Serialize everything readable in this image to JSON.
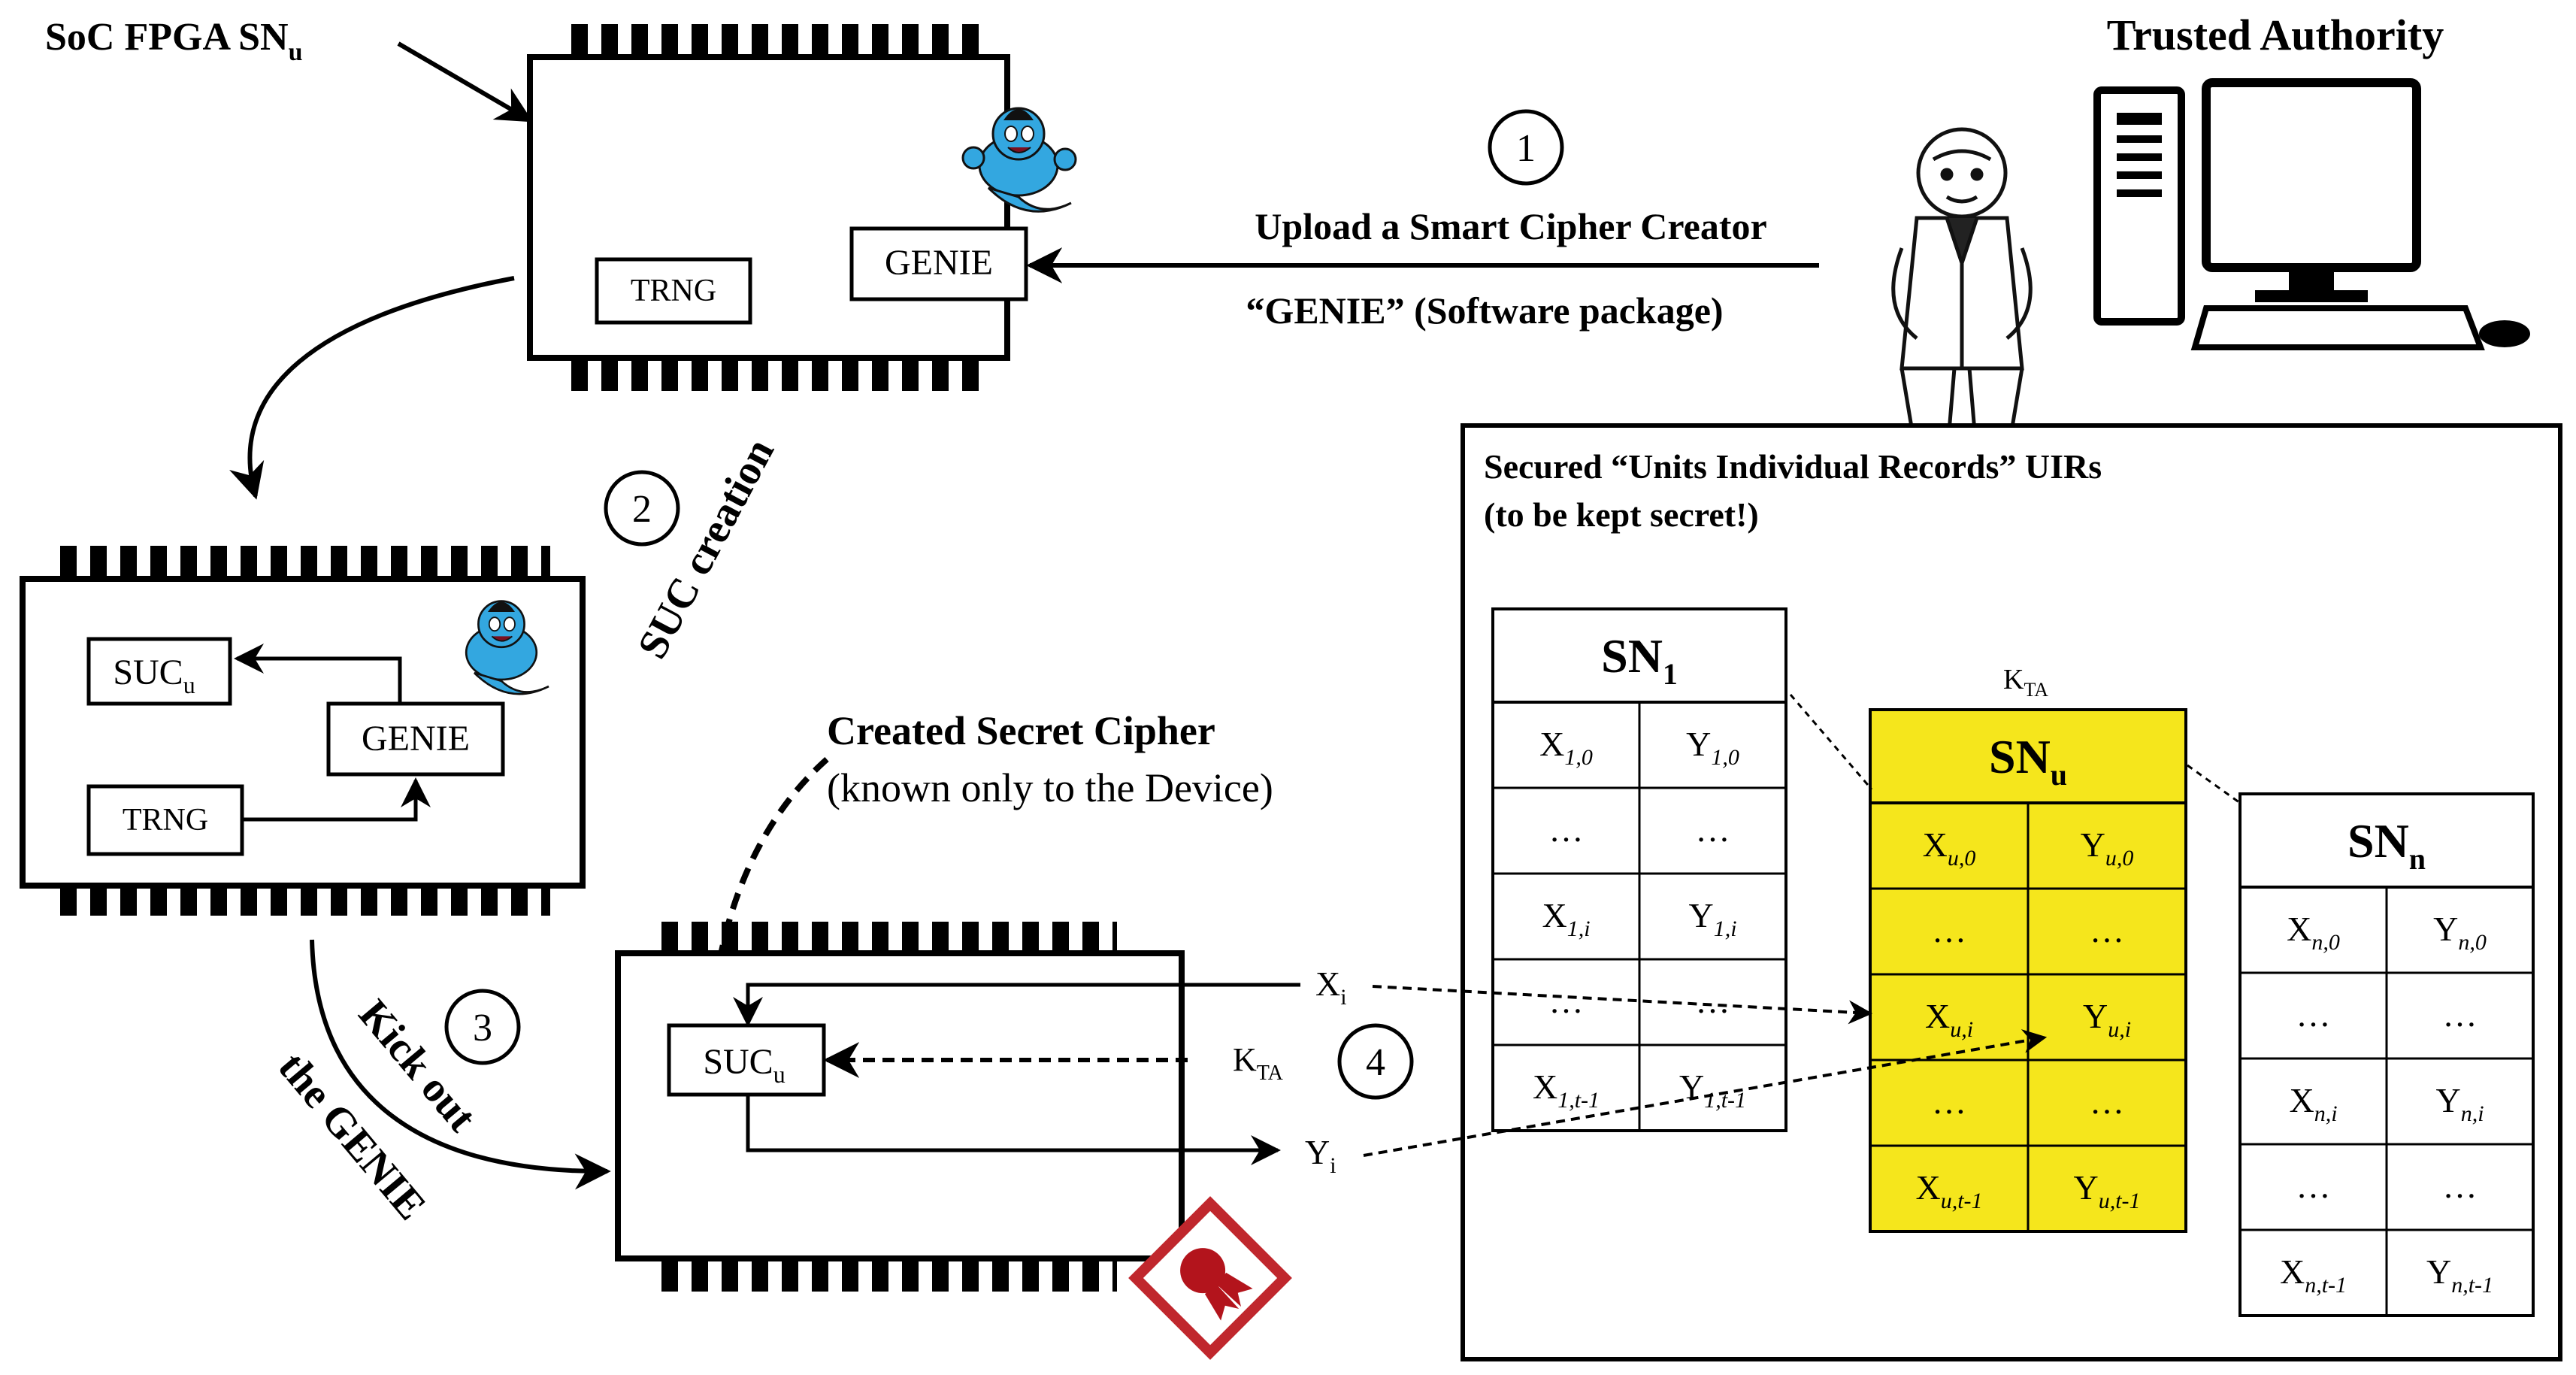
{
  "fpga_label": {
    "main": "SoC FPGA SN",
    "sub": "u"
  },
  "trusted_authority": "Trusted Authority",
  "steps": [
    "1",
    "2",
    "3",
    "4"
  ],
  "step1": {
    "line1": "Upload a Smart  Cipher  Creator",
    "line2": "“GENIE”  (Software package)"
  },
  "step2_label": "SUC creation",
  "step3_label": {
    "line1": "Kick out",
    "line2": "the GENIE"
  },
  "chip1": {
    "trng": "TRNG",
    "genie": "GENIE"
  },
  "chip2": {
    "suc": "SUC",
    "suc_sub": "u",
    "genie": "GENIE",
    "trng": "TRNG"
  },
  "secret_cipher": {
    "title": "Created Secret Cipher",
    "subtitle": "(known only to the Device)"
  },
  "chip3": {
    "suc": "SUC",
    "suc_sub": "u",
    "xi": "X",
    "xi_sub": "i",
    "kta": "K",
    "kta_sub": "TA",
    "yi": "Y",
    "yi_sub": "i"
  },
  "records": {
    "title_prefix": "Secured “Units Individual Records” ",
    "title_bold": "UIRs",
    "subtitle": "(to be kept secret!)",
    "kta_label": "K",
    "kta_sub": "TA",
    "tables": [
      {
        "header": "SN",
        "header_sub": "1",
        "rows": [
          [
            "X",
            "1,0",
            "Y",
            "1,0"
          ],
          [
            "…",
            "",
            "…",
            ""
          ],
          [
            "X",
            "1,i",
            "Y",
            "1,i"
          ],
          [
            "…",
            "",
            "…",
            ""
          ],
          [
            "X",
            "1,t-1",
            "Y",
            "1,t-1"
          ]
        ]
      },
      {
        "header": "SN",
        "header_sub": "u",
        "highlight": "#f5e61c",
        "rows": [
          [
            "X",
            "u,0",
            "Y",
            "u,0"
          ],
          [
            "…",
            "",
            "…",
            ""
          ],
          [
            "X",
            "u,i",
            "Y",
            "u,i"
          ],
          [
            "…",
            "",
            "…",
            ""
          ],
          [
            "X",
            "u,t-1",
            "Y",
            "u,t-1"
          ]
        ]
      },
      {
        "header": "SN",
        "header_sub": "n",
        "rows": [
          [
            "X",
            "n,0",
            "Y",
            "n,0"
          ],
          [
            "…",
            "",
            "…",
            ""
          ],
          [
            "X",
            "n,i",
            "Y",
            "n,i"
          ],
          [
            "…",
            "",
            "…",
            ""
          ],
          [
            "X",
            "n,t-1",
            "Y",
            "n,t-1"
          ]
        ]
      }
    ]
  },
  "icons": [
    "genie-icon",
    "inspector-icon",
    "computer-icon",
    "certificate-seal-icon"
  ],
  "colors": {
    "highlight": "#f5e61c",
    "seal": "#c0272d"
  }
}
